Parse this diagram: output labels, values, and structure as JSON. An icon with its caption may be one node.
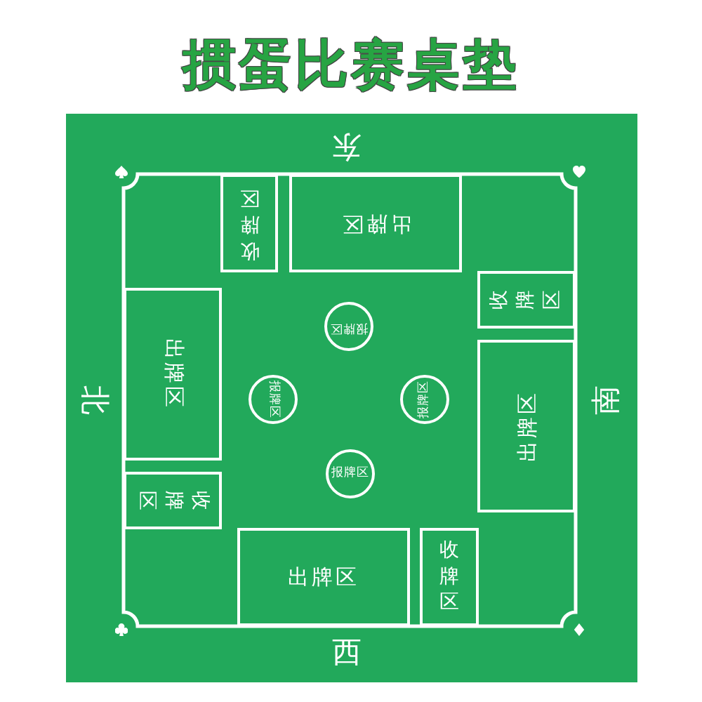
{
  "diagram": {
    "title": "掼蛋比赛桌垫",
    "nodes": [
      {
        "text": [],
        "shape": "box"
      },
      {
        "text": [
          "收牌区"
        ],
        "in": 0
      },
      {
        "text": [
          "出牌区"
        ],
        "in": 0
      },
      {
        "text": [
          "收牌区"
        ],
        "in": 0
      },
      {
        "text": [
          "报牌区"
        ],
        "in": 0
      },
      {
        "text": [
          "出牌区"
        ],
        "in": 0
      },
      {
        "text": [
          "报牌区"
        ],
        "in": 0
      },
      {
        "text": [
          "报牌区"
        ],
        "in": 0
      },
      {
        "text": [
          "出牌区"
        ],
        "in": 0
      },
      {
        "text": [
          "报牌区"
        ],
        "in": 0
      },
      {
        "text": [
          "收牌区"
        ],
        "in": 0
      },
      {
        "text": [
          "出牌区"
        ],
        "in": 0
      },
      {
        "text": [
          "收牌区"
        ],
        "in": 0
      }
    ],
    "labels": [
      "东",
      "北",
      "南",
      "西"
    ]
  }
}
